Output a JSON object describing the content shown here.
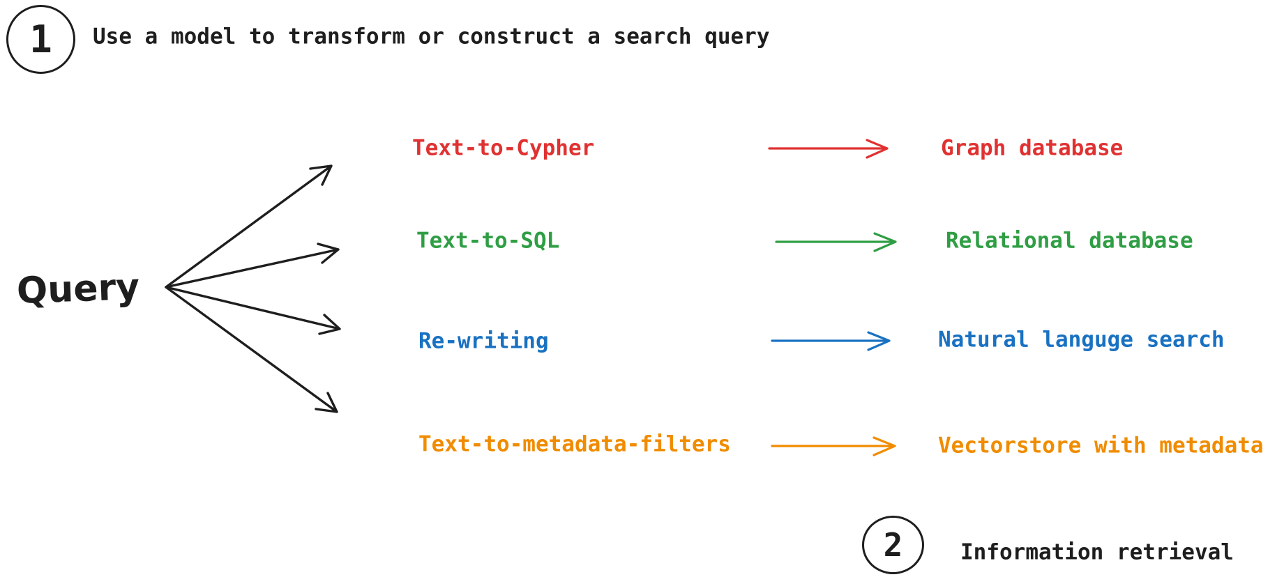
{
  "steps": [
    {
      "number": "1",
      "label": "Use a model to transform or construct a search query"
    },
    {
      "number": "2",
      "label": "Information retrieval"
    }
  ],
  "query_label": "Query",
  "routes": [
    {
      "method": "Text-to-Cypher",
      "target": "Graph database",
      "color": "#e03131"
    },
    {
      "method": "Text-to-SQL",
      "target": "Relational database",
      "color": "#2f9e44"
    },
    {
      "method": "Re-writing",
      "target": "Natural languge search",
      "color": "#1971c2"
    },
    {
      "method": "Text-to-metadata-filters",
      "target": "Vectorstore with metadata",
      "color": "#f08c00"
    }
  ],
  "colors": {
    "ink": "#1e1e1e",
    "background": "#ffffff"
  }
}
